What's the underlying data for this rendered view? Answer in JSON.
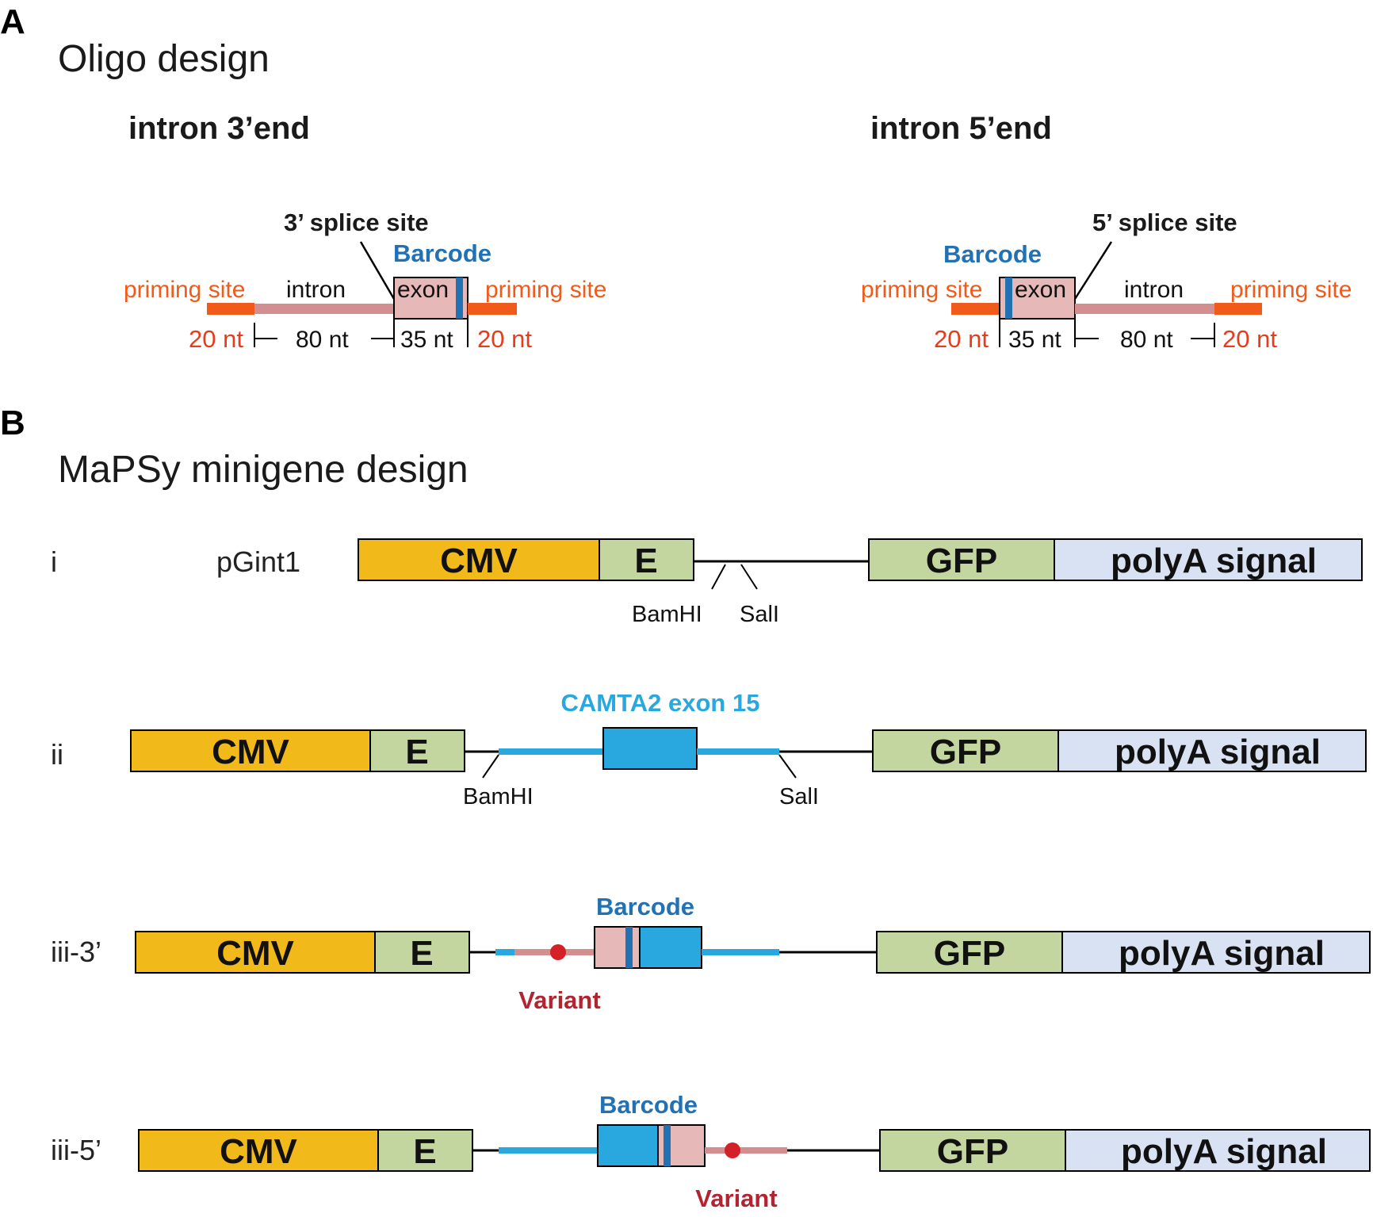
{
  "panelA": {
    "letter": "A",
    "title": "Oligo design",
    "left": {
      "heading": "intron 3’end",
      "splice_label": "3’ splice site",
      "barcode_label": "Barcode",
      "priming_left": "priming site",
      "intron_label": "intron",
      "exon_label": "exon",
      "priming_right": "priming site",
      "len_prime_left": "20 nt",
      "len_intron": "80 nt",
      "len_exon": "35 nt",
      "len_prime_right": "20 nt"
    },
    "right": {
      "heading": "intron 5’end",
      "splice_label": "5’ splice site",
      "barcode_label": "Barcode",
      "priming_left": "priming site",
      "exon_label": "exon",
      "intron_label": "intron",
      "priming_right": "priming site",
      "len_prime_left": "20 nt",
      "len_exon": "35 nt",
      "len_intron": "80 nt",
      "len_prime_right": "20 nt"
    }
  },
  "panelB": {
    "letter": "B",
    "title": "MaPSy minigene design",
    "constructs": [
      {
        "row_label": "i",
        "name": "pGint1",
        "cmv": "CMV",
        "e": "E",
        "gfp": "GFP",
        "polya": "polyA signal",
        "site1": "BamHI",
        "site2": "SalI"
      },
      {
        "row_label": "ii",
        "insert_label": "CAMTA2 exon 15",
        "cmv": "CMV",
        "e": "E",
        "gfp": "GFP",
        "polya": "polyA signal",
        "site1": "BamHI",
        "site2": "SalI"
      },
      {
        "row_label": "iii-3’",
        "barcode_label": "Barcode",
        "variant_label": "Variant",
        "cmv": "CMV",
        "e": "E",
        "gfp": "GFP",
        "polya": "polyA signal"
      },
      {
        "row_label": "iii-5’",
        "barcode_label": "Barcode",
        "variant_label": "Variant",
        "cmv": "CMV",
        "e": "E",
        "gfp": "GFP",
        "polya": "polyA signal"
      }
    ]
  },
  "colors": {
    "cmv": "#f2b91a",
    "e_gfp": "#c4d6a0",
    "polya": "#d9e2f2",
    "exon_pink": "#e6b8b8",
    "intron_pink": "#d38f8f",
    "priming_orange": "#f05a1a",
    "barcode_blue": "#2271b3",
    "camta_cyan": "#29a8e0",
    "variant_red": "#d42027"
  }
}
